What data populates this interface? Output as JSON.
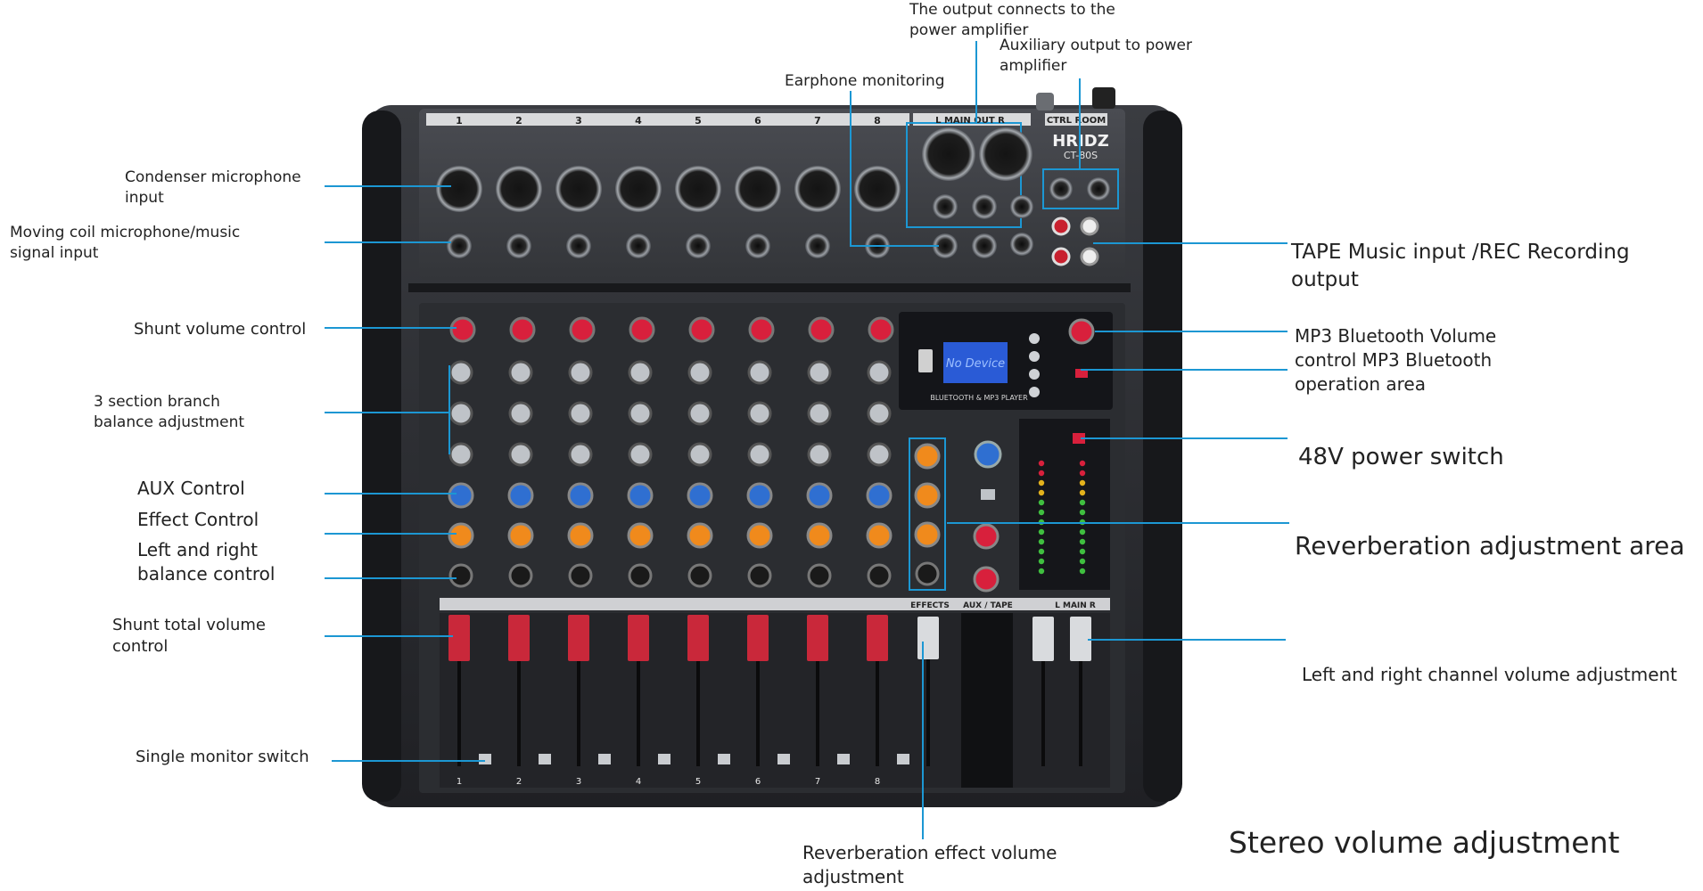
{
  "device": {
    "brand": "HRIDZ",
    "model": "CT-80S",
    "channels": [
      "1",
      "2",
      "3",
      "4",
      "5",
      "6",
      "7",
      "8"
    ],
    "main_out_label": "L MAIN OUT R",
    "ctrl_room_label": "CTRL ROOM",
    "screen_text": "No Device",
    "player_label": "BLUETOOTH & MP3 PLAYER",
    "strip_labels": {
      "effects": "EFFECTS",
      "aux_tape": "AUX / TAPE",
      "main_lr": "L MAIN R"
    }
  },
  "labels": {
    "output_power_amp": "The output connects to the power amplifier",
    "aux_output_power_amp": "Auxiliary output to power amplifier",
    "earphone_monitoring": "Earphone monitoring",
    "condenser_mic": "Condenser microphone input",
    "moving_coil_mic": "Moving coil microphone/music signal input",
    "tape_music": "TAPE Music input /REC Recording output",
    "shunt_volume": "Shunt volume control",
    "three_section": "3 section branch balance adjustment",
    "mp3_bluetooth": "MP3 Bluetooth Volume control MP3 Bluetooth operation area",
    "power_48v": "48V power switch",
    "aux_control": "AUX Control",
    "effect_control": "Effect Control",
    "lr_balance": "Left and right balance control",
    "reverb_area": "Reverberation adjustment area",
    "shunt_total": "Shunt total volume control",
    "lr_channel_volume": "Left and right channel volume adjustment",
    "single_monitor": "Single monitor switch",
    "reverb_volume": "Reverberation effect volume adjustment",
    "stereo_volume": "Stereo volume adjustment"
  },
  "colors": {
    "leader": "#1c97d3",
    "gain_knob": "#d8203c",
    "aux_knob": "#2f6fd1",
    "fx_knob": "#f08a1c",
    "eq_knob": "#bfc3c8",
    "chassis": "#2a2c30",
    "screen": "#2a5bd6"
  }
}
